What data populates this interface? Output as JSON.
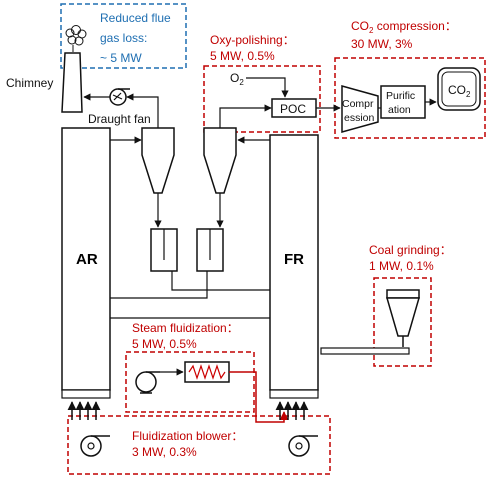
{
  "reactors": {
    "air_reactor": "AR",
    "fuel_reactor": "FR"
  },
  "chimney": {
    "label": "Chimney"
  },
  "draught_fan": {
    "label": "Draught fan"
  },
  "flue_gas": {
    "line1": "Reduced flue",
    "line2": "gas loss:",
    "value": "~ 5 MW"
  },
  "oxy_polishing": {
    "title": "Oxy-polishing：",
    "value": "5 MW, 0.5%",
    "o2": "O",
    "o2_sub": "2",
    "poc": "POC"
  },
  "co2_compression": {
    "title_main": "CO",
    "title_sub": "2",
    "title_rest": " compression：",
    "value": "30 MW, 3%",
    "compressor_line1": "Compr",
    "compressor_line2": "ession",
    "purification_line1": "Purific",
    "purification_line2": "ation",
    "product_main": "CO",
    "product_sub": "2"
  },
  "coal_grinding": {
    "title": "Coal grinding：",
    "value": "1 MW, 0.1%"
  },
  "steam_fluidization": {
    "title": "Steam fluidization：",
    "value": "5 MW, 0.5%"
  },
  "fluidization_blower": {
    "title": "Fluidization blower：",
    "value": "3 MW, 0.3%"
  },
  "colors": {
    "line": "#111111",
    "red": "#c00000",
    "blue": "#1f6fb2",
    "heater": "#cc0000"
  }
}
